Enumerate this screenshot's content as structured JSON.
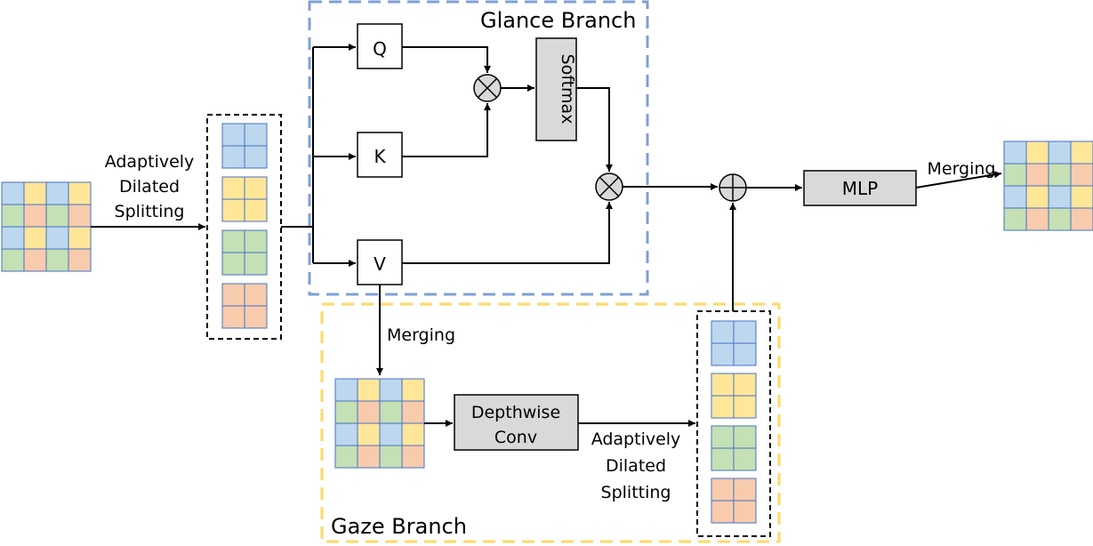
{
  "branches": {
    "glance": "Glance Branch",
    "gaze": "Gaze Branch"
  },
  "labels": {
    "splitting_input": [
      "Adaptively",
      "Dilated",
      "Splitting"
    ],
    "splitting_gaze": [
      "Adaptively",
      "Dilated",
      "Splitting"
    ],
    "merging_v": "Merging",
    "merging_out": "Merging"
  },
  "blocks": {
    "q": "Q",
    "k": "K",
    "v": "V",
    "softmax": "Softmax",
    "depthwise": [
      "Depthwise",
      "Conv"
    ],
    "mlp": "MLP"
  },
  "colors": {
    "blue": "#bdd7ee",
    "yellow": "#ffe699",
    "green": "#c5e0b4",
    "orange": "#f8cbad",
    "grid_line": "#4472c4",
    "block_fill": "#d9d9d9",
    "glance_border": "#7f9fd5",
    "gaze_border": "#ffd966",
    "arrow": "#000000"
  },
  "patterns": {
    "token_grid": [
      [
        "blue",
        "yellow",
        "blue",
        "yellow"
      ],
      [
        "green",
        "orange",
        "green",
        "orange"
      ],
      [
        "blue",
        "yellow",
        "blue",
        "yellow"
      ],
      [
        "green",
        "orange",
        "green",
        "orange"
      ]
    ],
    "split_groups": [
      "blue",
      "yellow",
      "green",
      "orange"
    ]
  }
}
